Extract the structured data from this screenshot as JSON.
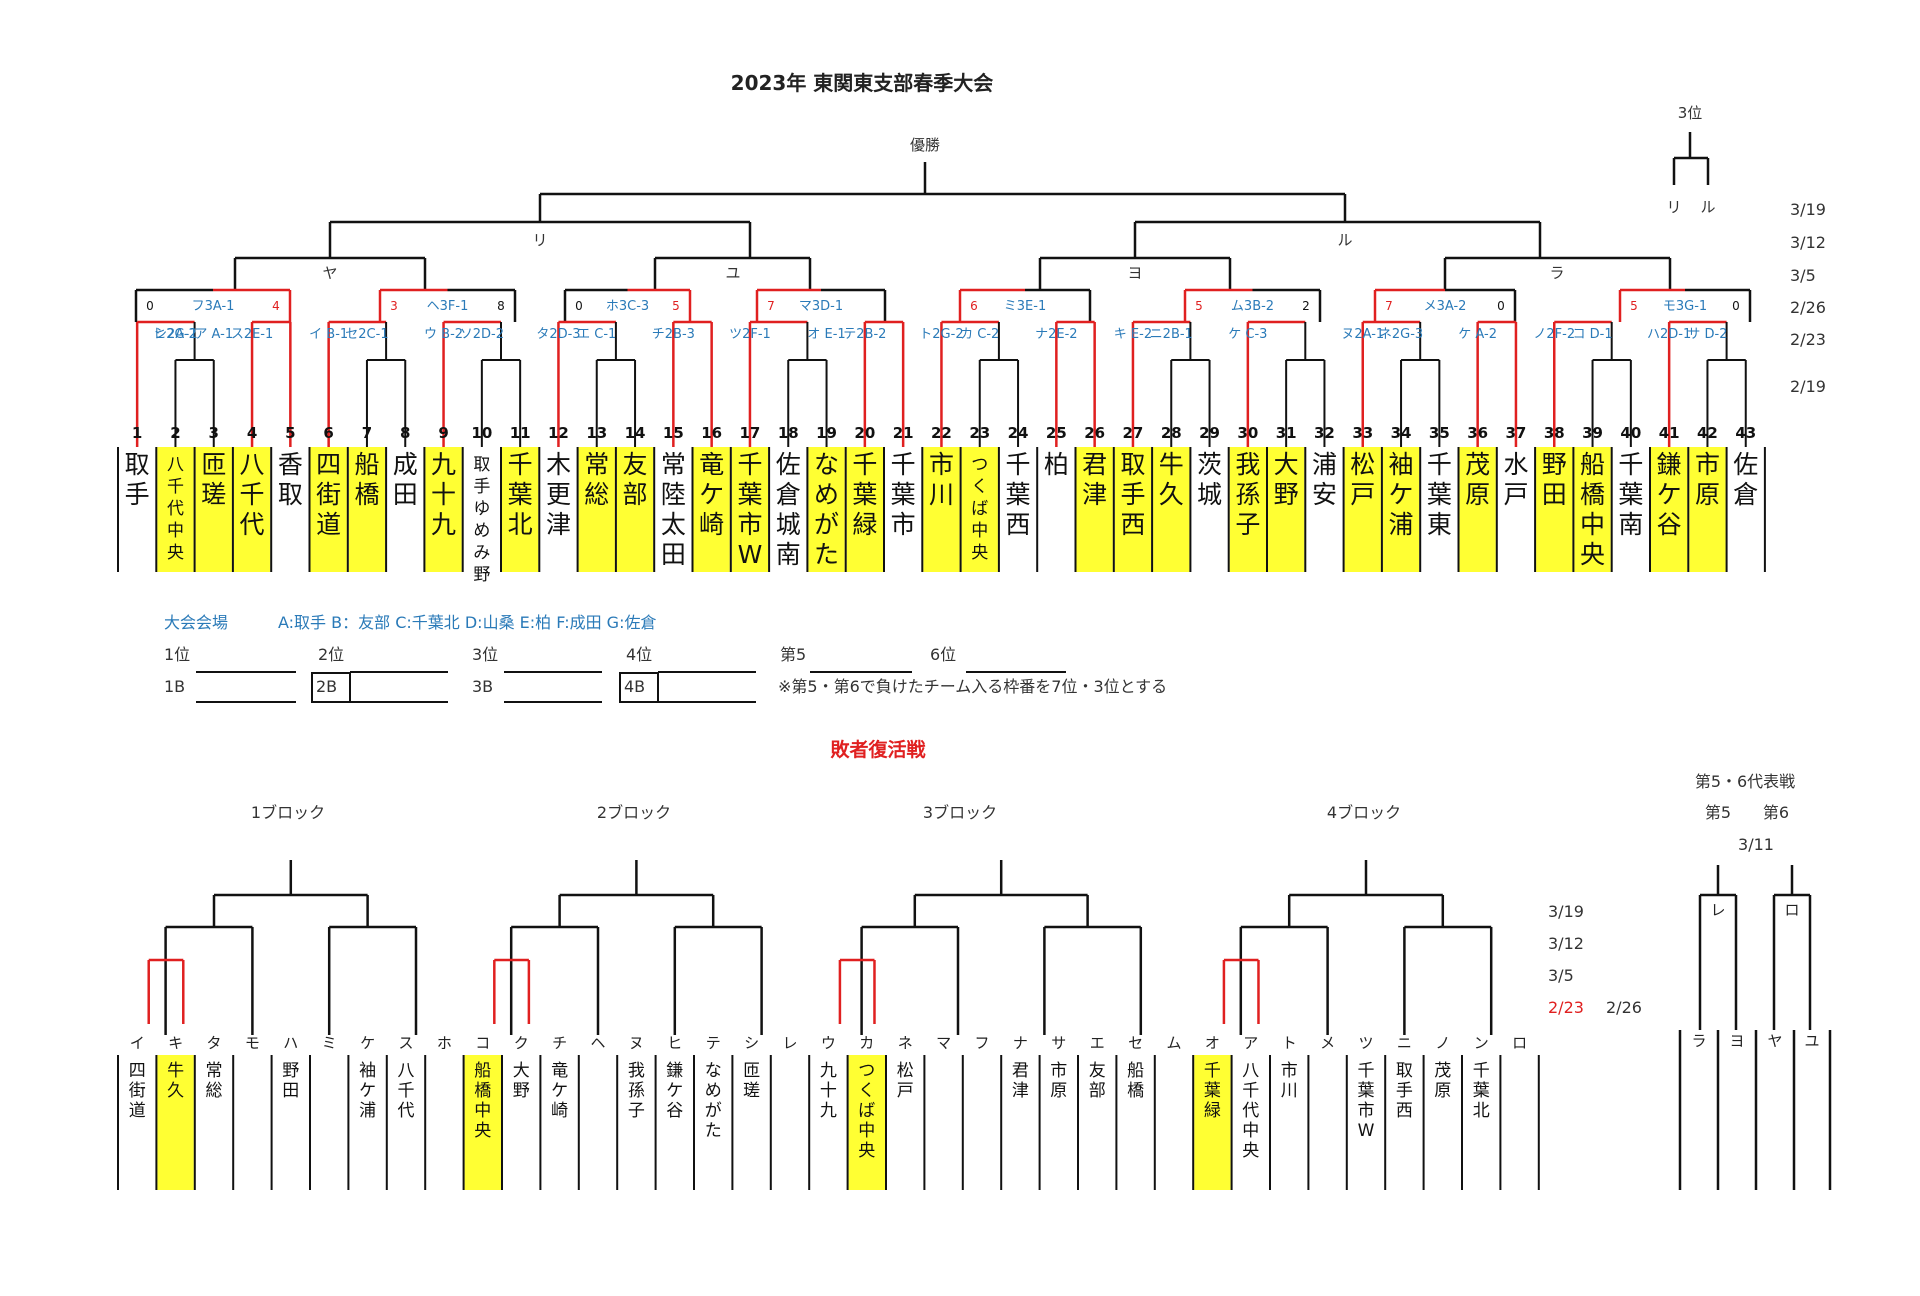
{
  "title": "2023年 東関東支部春季大会",
  "final_label": "優勝",
  "third_label": "3位",
  "third_slots": [
    "リ",
    "ル"
  ],
  "semi_labels": [
    "リ",
    "ル"
  ],
  "qf_labels": [
    "ヤ",
    "ユ",
    "ヨ",
    "ラ"
  ],
  "dates_main": [
    "3/19",
    "3/12",
    "3/5",
    "2/26",
    "2/23",
    "2/19"
  ],
  "numbers": [
    "1",
    "2",
    "3",
    "4",
    "5",
    "6",
    "7",
    "8",
    "9",
    "10",
    "11",
    "12",
    "13",
    "14",
    "15",
    "16",
    "17",
    "18",
    "19",
    "20",
    "21",
    "22",
    "23",
    "24",
    "25",
    "26",
    "27",
    "28",
    "29",
    "30",
    "31",
    "32",
    "33",
    "34",
    "35",
    "36",
    "37",
    "38",
    "39",
    "40",
    "41",
    "42",
    "43"
  ],
  "teams": [
    {
      "name": "取手",
      "hl": false
    },
    {
      "name": "八千代中央",
      "hl": true
    },
    {
      "name": "匝瑳",
      "hl": true
    },
    {
      "name": "八千代",
      "hl": true
    },
    {
      "name": "香取",
      "hl": false
    },
    {
      "name": "四街道",
      "hl": true
    },
    {
      "name": "船橋",
      "hl": true
    },
    {
      "name": "成田",
      "hl": false
    },
    {
      "name": "九十九",
      "hl": true
    },
    {
      "name": "取手ゆめみ野",
      "hl": false
    },
    {
      "name": "千葉北",
      "hl": true
    },
    {
      "name": "木更津",
      "hl": false
    },
    {
      "name": "常総",
      "hl": true
    },
    {
      "name": "友部",
      "hl": true
    },
    {
      "name": "常陸太田",
      "hl": false
    },
    {
      "name": "竜ケ崎",
      "hl": true
    },
    {
      "name": "千葉市W",
      "hl": true
    },
    {
      "name": "佐倉城南",
      "hl": false
    },
    {
      "name": "なめがた",
      "hl": true
    },
    {
      "name": "千葉緑",
      "hl": true
    },
    {
      "name": "千葉市",
      "hl": false
    },
    {
      "name": "市川",
      "hl": true
    },
    {
      "name": "つくば中央",
      "hl": true
    },
    {
      "name": "千葉西",
      "hl": false
    },
    {
      "name": "柏",
      "hl": false
    },
    {
      "name": "君津",
      "hl": true
    },
    {
      "name": "取手西",
      "hl": true
    },
    {
      "name": "牛久",
      "hl": true
    },
    {
      "name": "茨城",
      "hl": false
    },
    {
      "name": "我孫子",
      "hl": true
    },
    {
      "name": "大野",
      "hl": true
    },
    {
      "name": "浦安",
      "hl": false
    },
    {
      "name": "松戸",
      "hl": true
    },
    {
      "name": "袖ケ浦",
      "hl": true
    },
    {
      "name": "千葉東",
      "hl": false
    },
    {
      "name": "茂原",
      "hl": true
    },
    {
      "name": "水戸",
      "hl": false
    },
    {
      "name": "野田",
      "hl": true
    },
    {
      "name": "船橋中央",
      "hl": true
    },
    {
      "name": "千葉南",
      "hl": false
    },
    {
      "name": "鎌ケ谷",
      "hl": true
    },
    {
      "name": "市原",
      "hl": true
    },
    {
      "name": "佐倉",
      "hl": false
    }
  ],
  "r16_matches": [
    {
      "label": "フ3A-1",
      "left": "0",
      "right": "4"
    },
    {
      "label": "ヘ3F-1",
      "left": "3",
      "right": "8"
    },
    {
      "label": "ホ3C-3",
      "left": "0",
      "right": "5"
    },
    {
      "label": "マ3D-1",
      "left": "7",
      "right": ""
    },
    {
      "label": "ミ3E-1",
      "left": "6",
      "right": ""
    },
    {
      "label": "ム3B-2",
      "left": "5",
      "right": "2"
    },
    {
      "label": "メ3A-2",
      "left": "7",
      "right": "0"
    },
    {
      "label": "モ3G-1",
      "left": "5",
      "right": "0"
    }
  ],
  "first_round": [
    {
      "label": "シ2A-2"
    },
    {
      "label": "ア A-1"
    },
    {
      "label": "ス2E-1"
    },
    {
      "label": "イ B-1"
    },
    {
      "label": "セ2C-1"
    },
    {
      "label": "ウ B-2"
    },
    {
      "label": "ソ2D-2"
    },
    {
      "label": "タ2D-3"
    },
    {
      "label": "エ C-1"
    },
    {
      "label": "チ2B-3"
    },
    {
      "label": "ツ2F-1"
    },
    {
      "label": "オ E-1"
    },
    {
      "label": "テ2B-2"
    },
    {
      "label": "ト2G-2"
    },
    {
      "label": "カ C-2"
    },
    {
      "label": "ナ2E-2"
    },
    {
      "label": "キ E-2"
    },
    {
      "label": "ニ2B-1"
    },
    {
      "label": "ケ C-3"
    },
    {
      "label": "ヌ2A-1"
    },
    {
      "label": "ネ2G-3"
    },
    {
      "label": "ケ A-2"
    },
    {
      "label": "ノ2F-2"
    },
    {
      "label": "コ D-1"
    },
    {
      "label": "ハ2D-1"
    },
    {
      "label": "サ D-2"
    },
    {
      "label": "ヒ2G-1"
    }
  ],
  "legend": {
    "venue_title": "大会会場",
    "venues": "A:取手 B：友部 C:千葉北 D:山桑 E:柏 F:成田 G:佐倉",
    "ranks": [
      "1位",
      "2位",
      "3位",
      "4位",
      "第5",
      "6位"
    ],
    "seeds": [
      "1B",
      "2B",
      "3B",
      "4B"
    ],
    "note": "※第5・第6で負けたチーム入る枠番を7位・3位とする"
  },
  "repechage": {
    "title": "敗者復活戦",
    "blocks": [
      "1ブロック",
      "2ブロック",
      "3ブロック",
      "4ブロック"
    ],
    "dates": [
      "3/19",
      "3/12",
      "3/5",
      "2/23",
      "2/26"
    ],
    "slots": [
      "イ",
      "キ",
      "タ",
      "モ",
      "ハ",
      "ミ",
      "ケ",
      "ス",
      "ホ",
      "コ",
      "ク",
      "チ",
      "ヘ",
      "ヌ",
      "ヒ",
      "テ",
      "シ",
      "レ",
      "ウ",
      "カ",
      "ネ",
      "マ",
      "フ",
      "ナ",
      "サ",
      "エ",
      "セ",
      "ム",
      "オ",
      "ア",
      "ト",
      "メ",
      "ツ",
      "ニ",
      "ノ",
      "ン",
      "ロ"
    ],
    "teams": [
      {
        "name": "四街道",
        "hl": false
      },
      {
        "name": "牛久",
        "hl": true
      },
      {
        "name": "常総",
        "hl": false
      },
      {
        "name": "",
        "hl": false
      },
      {
        "name": "野田",
        "hl": false
      },
      {
        "name": "",
        "hl": false
      },
      {
        "name": "袖ケ浦",
        "hl": false
      },
      {
        "name": "八千代",
        "hl": false
      },
      {
        "name": "",
        "hl": false
      },
      {
        "name": "船橋中央",
        "hl": true
      },
      {
        "name": "大野",
        "hl": false
      },
      {
        "name": "竜ケ崎",
        "hl": false
      },
      {
        "name": "",
        "hl": false
      },
      {
        "name": "我孫子",
        "hl": false
      },
      {
        "name": "鎌ケ谷",
        "hl": false
      },
      {
        "name": "なめがた",
        "hl": false
      },
      {
        "name": "匝瑳",
        "hl": false
      },
      {
        "name": "",
        "hl": false
      },
      {
        "name": "九十九",
        "hl": false
      },
      {
        "name": "つくば中央",
        "hl": true
      },
      {
        "name": "松戸",
        "hl": false
      },
      {
        "name": "",
        "hl": false
      },
      {
        "name": "",
        "hl": false
      },
      {
        "name": "君津",
        "hl": false
      },
      {
        "name": "市原",
        "hl": false
      },
      {
        "name": "友部",
        "hl": false
      },
      {
        "name": "船橋",
        "hl": false
      },
      {
        "name": "",
        "hl": false
      },
      {
        "name": "千葉緑",
        "hl": true
      },
      {
        "name": "八千代中央",
        "hl": false
      },
      {
        "name": "市川",
        "hl": false
      },
      {
        "name": "",
        "hl": false
      },
      {
        "name": "千葉市W",
        "hl": false
      },
      {
        "name": "取手西",
        "hl": false
      },
      {
        "name": "茂原",
        "hl": false
      },
      {
        "name": "千葉北",
        "hl": false
      },
      {
        "name": "",
        "hl": false
      }
    ]
  },
  "final56": {
    "title": "第5・6代表戦",
    "sub": [
      "第5",
      "第6"
    ],
    "date": "3/11",
    "slot_labels": [
      "レ",
      "ロ"
    ],
    "bottom": [
      "ラ",
      "ヨ",
      "ヤ",
      "ユ"
    ]
  }
}
